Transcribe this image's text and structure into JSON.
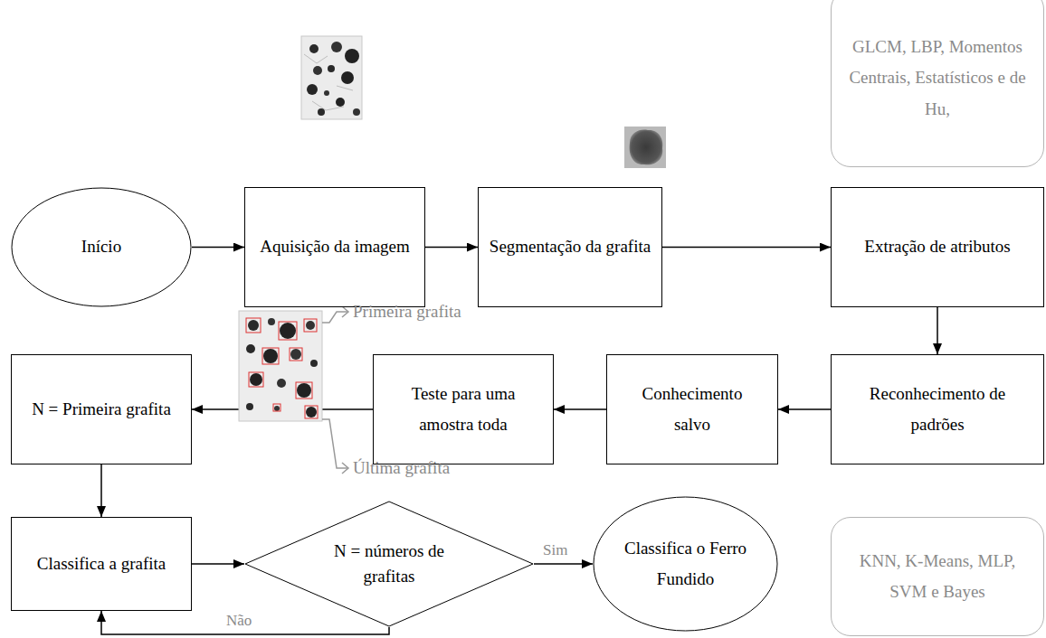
{
  "diagram": {
    "nodes": [
      {
        "text": [
          "Início"
        ]
      },
      {
        "text": [
          "Aquisição da imagem"
        ]
      },
      {
        "text": [
          "Segmentação da grafita"
        ]
      },
      {
        "text": [
          "Extração de atributos"
        ]
      },
      {
        "text": [
          "GLCM, LBP, Momentos Centrais, Estatísticos e de Hu,"
        ]
      },
      {
        "text": [
          "Reconhecimento de padrões"
        ]
      },
      {
        "text": [
          "KNN, K-Means, MLP, SVM e Bayes"
        ]
      },
      {
        "text": [
          "Conhecimento salvo"
        ]
      },
      {
        "text": [
          "Teste para uma amostra toda"
        ]
      },
      {
        "text": [
          "N = Primeira grafita"
        ]
      },
      {
        "text": [
          "Classifica a grafita"
        ]
      },
      {
        "text": [
          "N = números de grafitas"
        ]
      },
      {
        "text": [
          "Classifica o Ferro Fundido"
        ]
      }
    ],
    "edges": [
      {
        "from": 0,
        "to": 1,
        "arrow": "to"
      },
      {
        "from": 1,
        "to": 2,
        "arrow": "to"
      },
      {
        "from": 2,
        "to": 3,
        "arrow": "to"
      },
      {
        "from": 3,
        "to": 5,
        "arrow": "to"
      },
      {
        "from": 5,
        "to": 7,
        "arrow": "to"
      },
      {
        "from": 7,
        "to": 8,
        "arrow": "to"
      },
      {
        "from": 8,
        "to": 9,
        "arrow": "to"
      },
      {
        "from": 9,
        "to": 10,
        "arrow": "to"
      },
      {
        "from": 10,
        "to": 11,
        "arrow": "to"
      },
      {
        "from": 11,
        "to": 12,
        "label": "Sim",
        "arrow": "to"
      },
      {
        "from": 11,
        "to": 10,
        "label": "Não",
        "arrow": "to"
      }
    ],
    "labels": [
      "Primeira grafita",
      "Última grafita"
    ]
  }
}
